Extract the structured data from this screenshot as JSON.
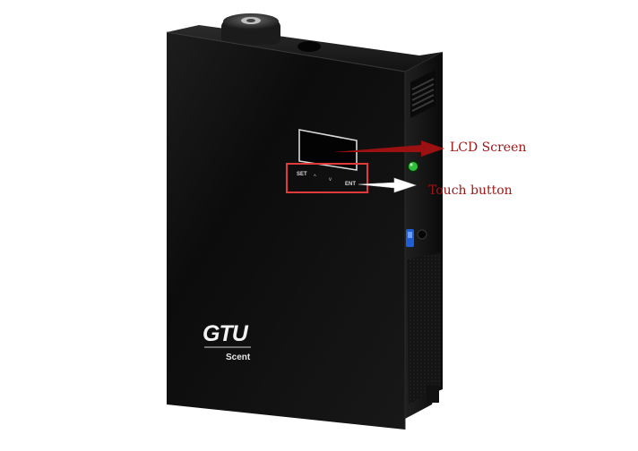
{
  "colors": {
    "panel": "#0b0b0b",
    "side": "#1a1a1a",
    "callout_red": "#e03a3a",
    "arrow_red": "#9b1111",
    "arrow_white": "#ffffff",
    "button_green": "#2fbf3a",
    "switch_blue": "#1f5fd6",
    "label_text": "#a01515"
  },
  "icons": [
    "vent-grille-icon",
    "power-switch-icon",
    "indicator-light-icon",
    "nozzle-icon"
  ],
  "device": {
    "buttons": {
      "set": "SET",
      "up": "^",
      "down": "v",
      "enter": "ENT"
    },
    "brand": {
      "logo": "GTU",
      "sub": "Scent"
    }
  },
  "callouts": {
    "lcd": "LCD Screen",
    "touch": "Touch button"
  }
}
